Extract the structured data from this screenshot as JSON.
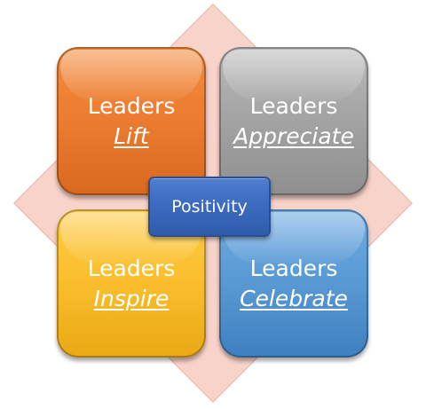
{
  "diagram": {
    "center": {
      "label": "Positivity",
      "color": "#3d6bc0"
    },
    "background": {
      "color": "#f8d3ca"
    },
    "quadrants": [
      {
        "position": "top-left",
        "prefix": "Leaders",
        "word": "Lift",
        "color": "#ed7d31"
      },
      {
        "position": "top-right",
        "prefix": "Leaders",
        "word": "Appreciate",
        "color": "#a5a5a5"
      },
      {
        "position": "bottom-left",
        "prefix": "Leaders",
        "word": "Inspire",
        "color": "#fbbf2f"
      },
      {
        "position": "bottom-right",
        "prefix": "Leaders",
        "word": "Celebrate",
        "color": "#5b9bd5"
      }
    ]
  }
}
